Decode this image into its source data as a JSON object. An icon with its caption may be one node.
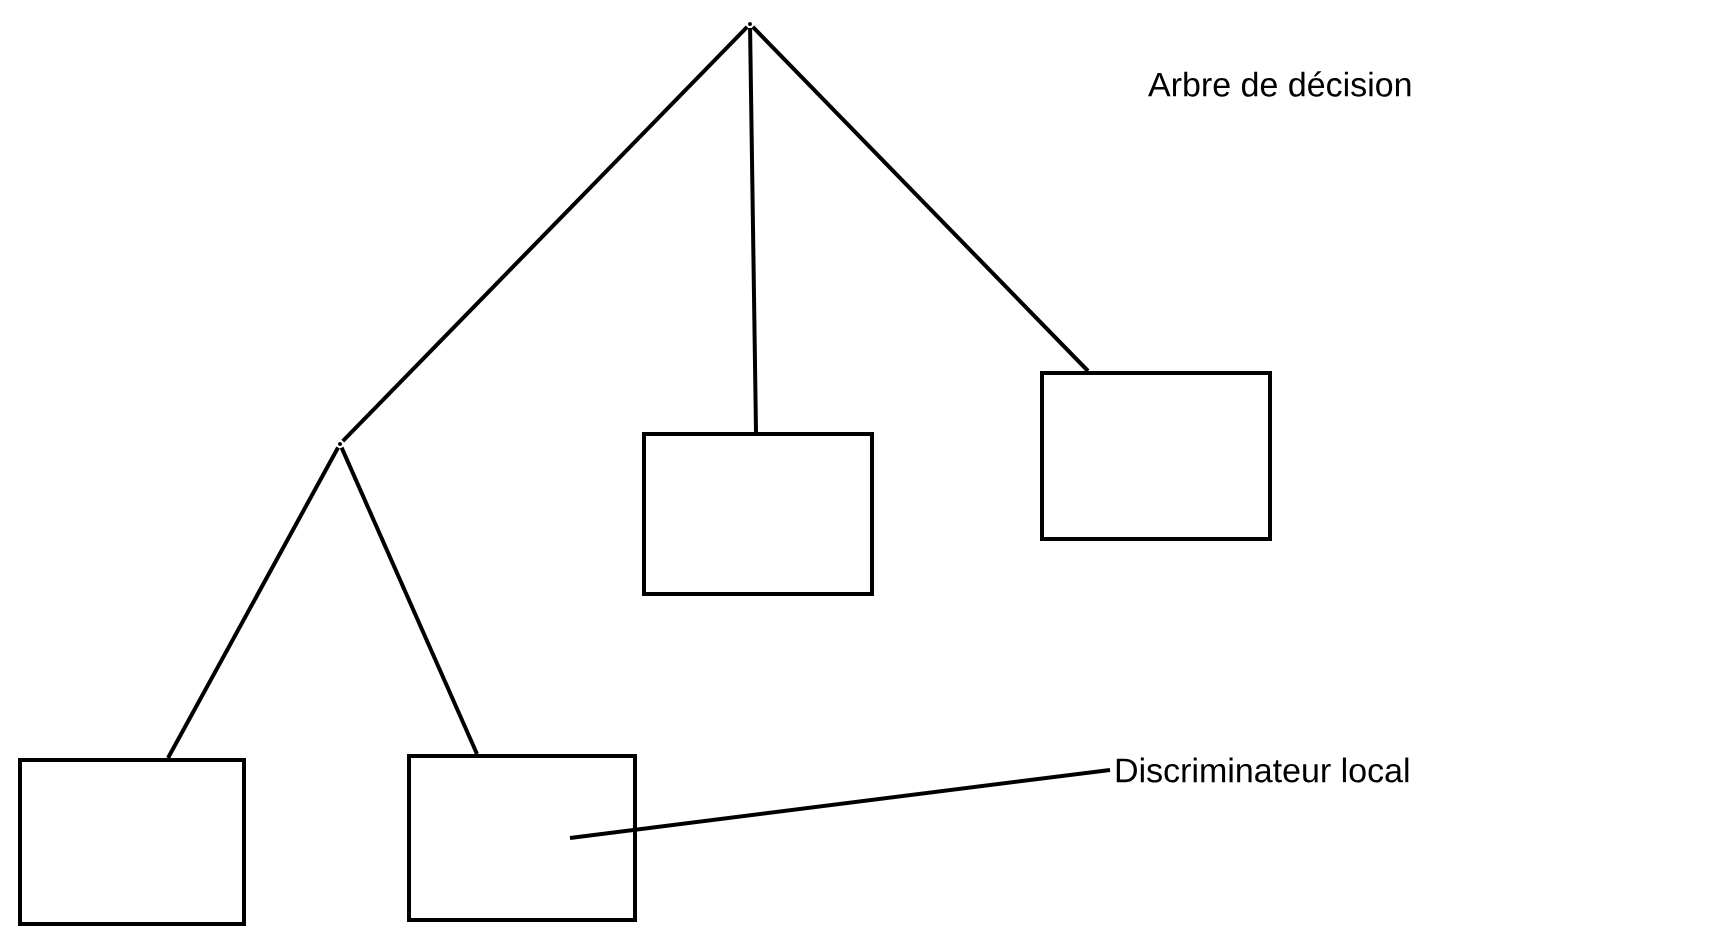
{
  "diagram": {
    "title": "Arbre de décision",
    "nodes": [
      {
        "text": [],
        "shape": "point"
      },
      {
        "text": [],
        "shape": "point"
      },
      {
        "text": [],
        "shape": "box"
      },
      {
        "text": [],
        "shape": "box"
      },
      {
        "text": [],
        "shape": "box"
      },
      {
        "text": [],
        "shape": "box"
      },
      {
        "text": [
          "Discriminateur local"
        ]
      }
    ],
    "edges": [
      {
        "from": 0,
        "to": 1,
        "arrow": "none"
      },
      {
        "from": 0,
        "to": 2,
        "arrow": "none"
      },
      {
        "from": 0,
        "to": 3,
        "arrow": "none"
      },
      {
        "from": 1,
        "to": 4,
        "arrow": "none"
      },
      {
        "from": 1,
        "to": 5,
        "arrow": "none"
      },
      {
        "from": 6,
        "to": 5,
        "arrow": "none"
      }
    ]
  }
}
